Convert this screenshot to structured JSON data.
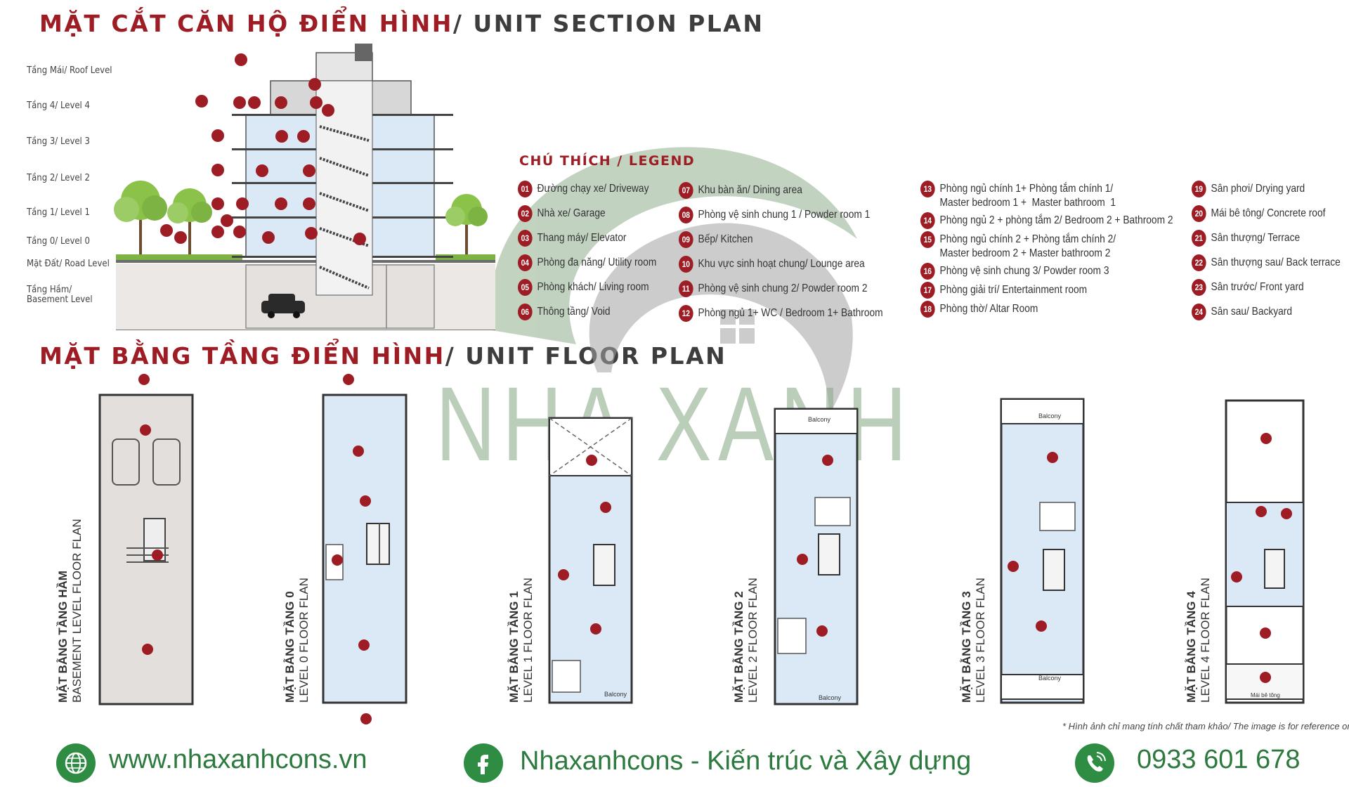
{
  "titles": {
    "section_vi": "MẶT CẮT CĂN HỘ ĐIỂN HÌNH",
    "section_en": "/ UNIT SECTION PLAN",
    "floor_vi": "MẶT BẰNG TẦNG ĐIỂN HÌNH",
    "floor_en": "/ UNIT FLOOR PLAN"
  },
  "levels": [
    "Tầng Mái/ Roof Level",
    "Tầng 4/ Level 4",
    "Tầng 3/ Level 3",
    "Tầng 2/ Level 2",
    "Tầng 1/ Level 1",
    "Tầng 0/ Level 0",
    "Mặt Đất/ Road Level",
    "Tầng Hầm/\nBasement Level"
  ],
  "legend": {
    "title": "CHÚ THÍCH / LEGEND",
    "items": [
      {
        "num": "01",
        "text": "Đường chạy xe/ Driveway"
      },
      {
        "num": "02",
        "text": "Nhà xe/ Garage"
      },
      {
        "num": "03",
        "text": "Thang máy/ Elevator"
      },
      {
        "num": "04",
        "text": "Phòng đa năng/ Utility room"
      },
      {
        "num": "05",
        "text": "Phòng khách/ Living room"
      },
      {
        "num": "06",
        "text": "Thông tầng/ Void"
      },
      {
        "num": "07",
        "text": "Khu bàn ăn/ Dining area"
      },
      {
        "num": "08",
        "text": "Phòng vệ sinh chung 1 / Powder room 1"
      },
      {
        "num": "09",
        "text": "Bếp/ Kitchen"
      },
      {
        "num": "10",
        "text": "Khu vực sinh hoạt chung/ Lounge area"
      },
      {
        "num": "11",
        "text": "Phòng vệ sinh chung 2/ Powder room 2"
      },
      {
        "num": "12",
        "text": "Phòng ngủ 1+ WC / Bedroom 1+ Bathroom"
      },
      {
        "num": "13",
        "text": "Phòng ngủ chính 1+ Phòng tắm chính 1/\nMaster bedroom 1 +  Master bathroom  1"
      },
      {
        "num": "14",
        "text": "Phòng ngủ 2 + phòng tắm 2/ Bedroom 2 + Bathroom 2"
      },
      {
        "num": "15",
        "text": "Phòng ngủ chính 2 + Phòng tắm chính 2/\nMaster bedroom 2 + Master bathroom 2"
      },
      {
        "num": "16",
        "text": "Phòng vệ sinh chung 3/ Powder room 3"
      },
      {
        "num": "17",
        "text": "Phòng giải trí/ Entertainment room"
      },
      {
        "num": "18",
        "text": "Phòng thờ/ Altar Room"
      },
      {
        "num": "19",
        "text": "Sân phơi/ Drying yard"
      },
      {
        "num": "20",
        "text": "Mái bê tông/ Concrete roof"
      },
      {
        "num": "21",
        "text": "Sân thượng/ Terrace"
      },
      {
        "num": "22",
        "text": "Sân thượng sau/ Back terrace"
      },
      {
        "num": "23",
        "text": "Sân trước/ Front yard"
      },
      {
        "num": "24",
        "text": "Sân sau/ Backyard"
      }
    ]
  },
  "plans": [
    {
      "vi": "MẶT BẰNG TẦNG HẦM",
      "en": "BASEMENT LEVEL FLOOR FLAN"
    },
    {
      "vi": "MẶT BẰNG TẦNG 0",
      "en": "LEVEL 0 FLOOR FLAN"
    },
    {
      "vi": "MẶT BẰNG TẦNG 1",
      "en": "LEVEL 1 FLOOR FLAN"
    },
    {
      "vi": "MẶT BẰNG TẦNG 2",
      "en": "LEVEL 2 FLOOR FLAN"
    },
    {
      "vi": "MẶT BẰNG TẦNG 3",
      "en": "LEVEL 3 FLOOR FLAN"
    },
    {
      "vi": "MẶT BẰNG TẦNG 4",
      "en": "LEVEL 4 FLOOR FLAN"
    }
  ],
  "plan_labels": {
    "balcony": "Balcony",
    "concrete_roof": "Mái bê tông"
  },
  "watermark": "NHA XANH",
  "note": "* Hình ảnh chỉ mang tính chất tham khảo/ The image is for reference only",
  "footer": {
    "website": "www.nhaxanhcons.vn",
    "facebook": "Nhaxanhcons - Kiến trúc và Xây dựng",
    "phone": "0933 601 678"
  },
  "colors": {
    "accent_red": "#9e1c24",
    "room_blue": "#dbe9f6",
    "basement_grey": "#e2dfdc",
    "brand_green": "#2e8c43"
  }
}
